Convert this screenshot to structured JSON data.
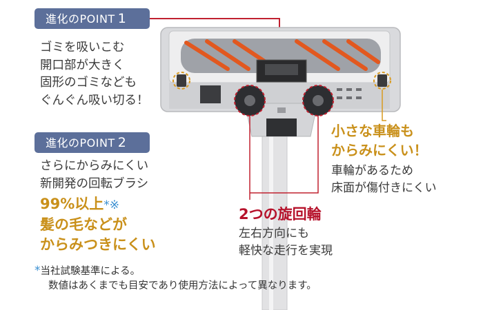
{
  "point1": {
    "badge_label": "進化のPOINT",
    "badge_num": "1",
    "lines": [
      "ゴミを吸いこむ",
      "開口部が大きく",
      "固形のゴミなども",
      "ぐんぐん吸い切る！"
    ]
  },
  "point2": {
    "badge_label": "進化のPOINT",
    "badge_num": "2",
    "lines": [
      "さらにからみにくい",
      "新開発の回転ブラシ"
    ],
    "highlight1": "99%以上",
    "highlight1_mark": "*※",
    "highlight2": "髪の毛などが",
    "highlight3": "からみつきにくい"
  },
  "wheels": {
    "title_line1": "小さな車輪も",
    "title_line2": "からみにくい！",
    "lines": [
      "車輪があるため",
      "床面が傷付きにくい"
    ]
  },
  "swivel": {
    "title": "2つの旋回輪",
    "lines": [
      "左右方向にも",
      "軽快な走行を実現"
    ]
  },
  "notes": {
    "mark": "*",
    "line1": "当社試験基準による。",
    "line2": "数値はあくまでも目安であり使用方法によって異なります。"
  },
  "colors": {
    "badge": "#5c6f9a",
    "gold": "#c9901a",
    "red": "#b6122b",
    "asterisk": "#3a8fd1"
  }
}
